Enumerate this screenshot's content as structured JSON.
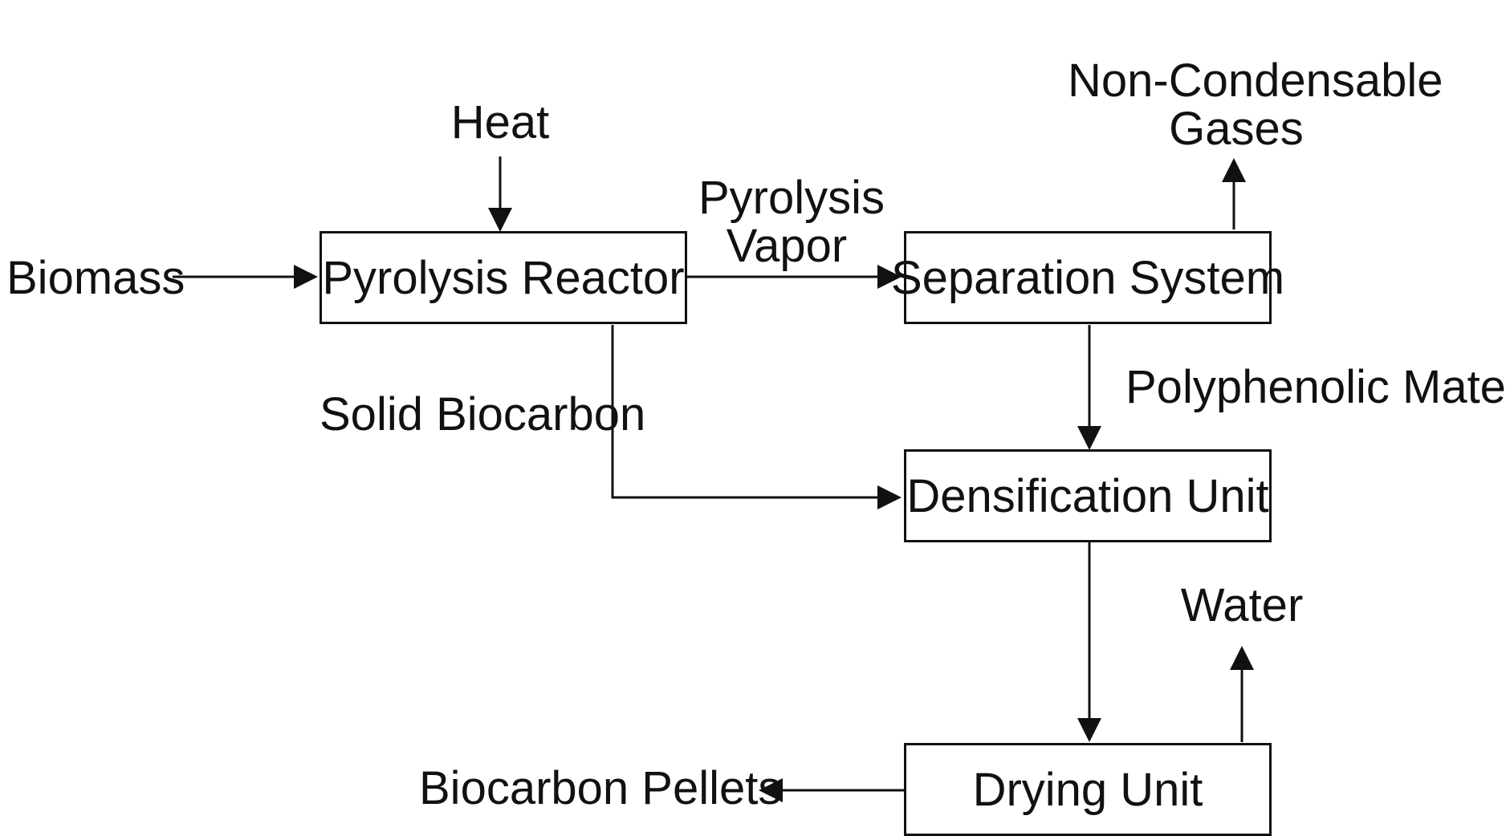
{
  "diagram": {
    "nodes": {
      "pyrolysis_reactor": "Pyrolysis Reactor",
      "separation_system": "Separation System",
      "densification_unit": "Densification Unit",
      "drying_unit": "Drying Unit"
    },
    "labels": {
      "biomass": "Biomass",
      "heat": "Heat",
      "pyrolysis_vapor_line1": "Pyrolysis",
      "pyrolysis_vapor_line2": "Vapor",
      "non_condensable_line1": "Non-Condensable",
      "non_condensable_line2": "Gases",
      "polyphenolic_material": "Polyphenolic Material",
      "solid_biocarbon": "Solid Biocarbon",
      "water": "Water",
      "biocarbon_pellets": "Biocarbon Pellets"
    },
    "edges": [
      {
        "from": "biomass",
        "to": "pyrolysis_reactor"
      },
      {
        "from": "heat",
        "to": "pyrolysis_reactor"
      },
      {
        "from": "pyrolysis_reactor",
        "to": "separation_system",
        "label": "Pyrolysis Vapor"
      },
      {
        "from": "separation_system",
        "to": "non_condensable_gases"
      },
      {
        "from": "separation_system",
        "to": "densification_unit",
        "label": "Polyphenolic Material"
      },
      {
        "from": "pyrolysis_reactor",
        "to": "densification_unit",
        "label": "Solid Biocarbon"
      },
      {
        "from": "densification_unit",
        "to": "drying_unit"
      },
      {
        "from": "drying_unit",
        "to": "water"
      },
      {
        "from": "drying_unit",
        "to": "biocarbon_pellets"
      }
    ]
  }
}
